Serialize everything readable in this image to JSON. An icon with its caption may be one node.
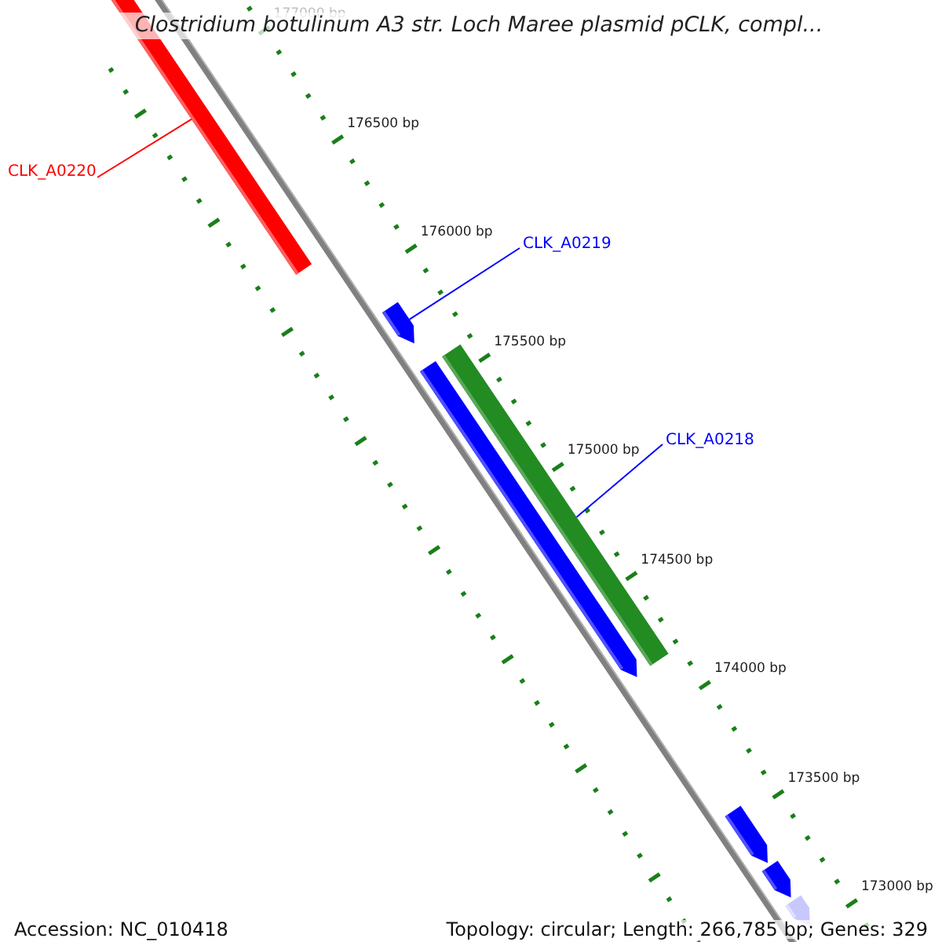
{
  "diagram": {
    "title": "Clostridium botulinum A3 str. Loch Maree plasmid pCLK, compl...",
    "nodes": [
      {
        "text": [
          "CLK_A0220"
        ]
      },
      {
        "text": [],
        "shape": "bar"
      },
      {
        "text": [
          "CLK_A0219"
        ]
      },
      {
        "text": [],
        "shape": "arrow"
      },
      {
        "text": [
          "CLK_A0218"
        ]
      },
      {
        "text": [],
        "shape": "bar"
      },
      {
        "text": [],
        "shape": "arrow"
      },
      {
        "text": [],
        "shape": "arrow"
      },
      {
        "text": [],
        "shape": "arrow"
      },
      {
        "text": [],
        "shape": "arrow"
      }
    ],
    "edges": [
      {
        "from": 0,
        "to": 1,
        "arrow": "none",
        "color": "#ff0000"
      },
      {
        "from": 2,
        "to": 3,
        "arrow": "none",
        "color": "#0000ff"
      },
      {
        "from": 4,
        "to": 5,
        "arrow": "none",
        "color": "#0000ff"
      }
    ],
    "labels": [
      "177000 bp",
      "176500 bp",
      "176000 bp",
      "175500 bp",
      "175000 bp",
      "174500 bp",
      "174000 bp",
      "173500 bp",
      "173000 bp",
      "Accession: NC_010418",
      "Topology: circular; Length: 266,785 bp; Genes: 329"
    ]
  }
}
